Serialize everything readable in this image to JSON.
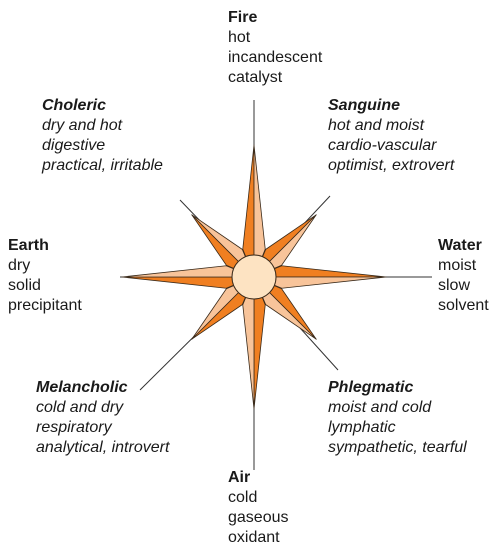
{
  "colors": {
    "dark_orange": "#f07f21",
    "light_orange": "#f8c49a",
    "center_fill": "#fde3c2",
    "outline": "#3a2a1a",
    "line": "#333333"
  },
  "elements": {
    "fire": {
      "title": "Fire",
      "lines": [
        "hot",
        "incandescent",
        "catalyst"
      ]
    },
    "water": {
      "title": "Water",
      "lines": [
        "moist",
        "slow",
        "solvent"
      ]
    },
    "air": {
      "title": "Air",
      "lines": [
        "cold",
        "gaseous",
        "oxidant"
      ]
    },
    "earth": {
      "title": "Earth",
      "lines": [
        "dry",
        "solid",
        "precipitant"
      ]
    }
  },
  "temperaments": {
    "choleric": {
      "title": "Choleric",
      "lines": [
        "dry and hot",
        "digestive",
        "practical, irritable"
      ]
    },
    "sanguine": {
      "title": "Sanguine",
      "lines": [
        "hot and moist",
        "cardio-vascular",
        "optimist, extrovert"
      ]
    },
    "melancholic": {
      "title": "Melancholic",
      "lines": [
        "cold and dry",
        "respiratory",
        "analytical, introvert"
      ]
    },
    "phlegmatic": {
      "title": "Phlegmatic",
      "lines": [
        "moist and cold",
        "lymphatic",
        "sympathetic, tearful"
      ]
    }
  }
}
